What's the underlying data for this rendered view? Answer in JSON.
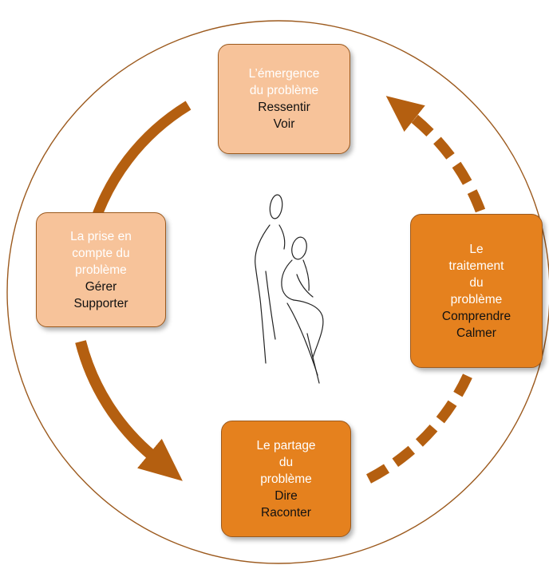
{
  "diagram": {
    "colors": {
      "circle": "#9c5a1e",
      "arrow": "#b45f10",
      "box_light": "#f7c39a",
      "box_dark": "#e5811e",
      "title_text": "#ffffff",
      "action_text": "#111111"
    },
    "boxes": {
      "emergence": {
        "title": "L’émergence\ndu problème",
        "actions": [
          "Ressentir",
          "Voir"
        ]
      },
      "prise": {
        "title": "La prise en\ncompte du\nproblème",
        "actions": [
          "Gérer",
          "Supporter"
        ]
      },
      "traitement": {
        "title": "Le\ntraitement\ndu\nproblème",
        "actions": [
          "Comprendre",
          "Calmer"
        ]
      },
      "partage": {
        "title": "Le partage\ndu\nproblème",
        "actions": [
          "Dire",
          "Raconter"
        ]
      }
    },
    "arrows": [
      {
        "from": "emergence",
        "to": "prise",
        "style": "solid"
      },
      {
        "from": "prise",
        "to": "partage",
        "style": "solid"
      },
      {
        "from": "partage",
        "to": "traitement",
        "style": "dashed"
      },
      {
        "from": "traitement",
        "to": "emergence",
        "style": "dashed"
      }
    ],
    "center_icon": "seated-people-sketch-icon"
  }
}
